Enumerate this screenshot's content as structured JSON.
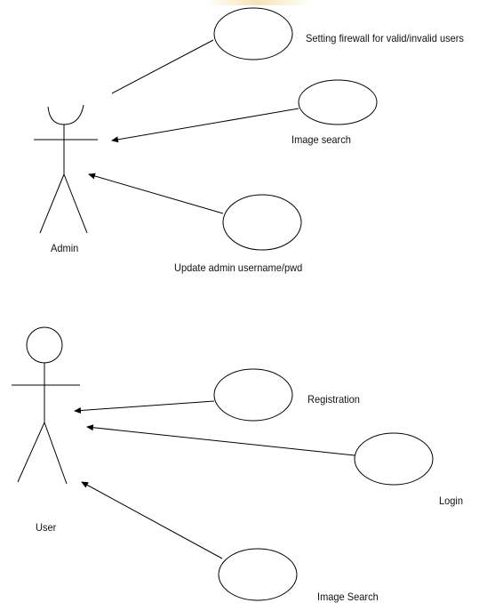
{
  "diagram": {
    "actors": [
      {
        "id": "admin",
        "label": "Admin"
      },
      {
        "id": "user",
        "label": "User"
      }
    ],
    "use_cases": [
      {
        "id": "uc-firewall",
        "label": "Setting firewall for valid/invalid users"
      },
      {
        "id": "uc-admin-image-search",
        "label": "Image search"
      },
      {
        "id": "uc-update-admin",
        "label": "Update admin username/pwd"
      },
      {
        "id": "uc-registration",
        "label": "Registration"
      },
      {
        "id": "uc-login",
        "label": "Login"
      },
      {
        "id": "uc-user-image-search",
        "label": "Image Search"
      }
    ]
  }
}
